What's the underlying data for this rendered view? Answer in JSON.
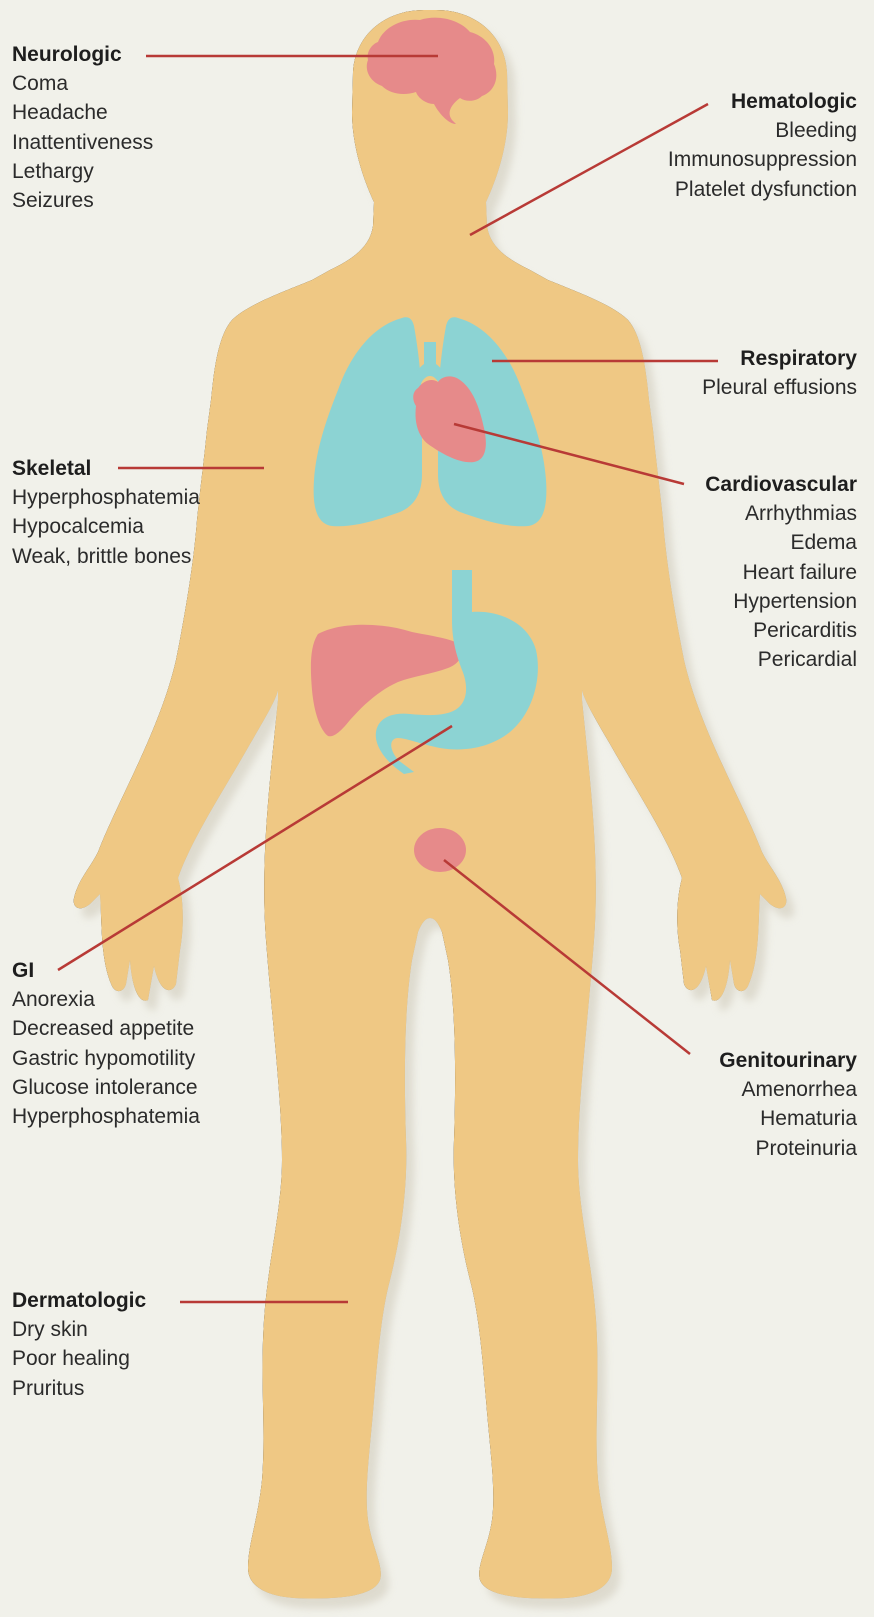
{
  "colors": {
    "background": "#f1f1ea",
    "body": "#efc884",
    "body_shadow": "#d9d5c8",
    "organ_red": "#e68a8a",
    "organ_teal": "#8cd3d3",
    "leader_line": "#b83a36"
  },
  "groups": [
    {
      "id": "neurologic",
      "title": "Neurologic",
      "items": [
        "Coma",
        "Headache",
        "Inattentiveness",
        "Lethargy",
        "Seizures"
      ]
    },
    {
      "id": "hematologic",
      "title": "Hematologic",
      "items": [
        "Bleeding",
        "Immunosuppression",
        "Platelet dysfunction"
      ]
    },
    {
      "id": "respiratory",
      "title": "Respiratory",
      "items": [
        "Pleural effusions"
      ]
    },
    {
      "id": "skeletal",
      "title": "Skeletal",
      "items": [
        "Hyperphosphatemia",
        "Hypocalcemia",
        "Weak, brittle bones"
      ]
    },
    {
      "id": "cardiovascular",
      "title": "Cardiovascular",
      "items": [
        "Arrhythmias",
        "Edema",
        "Heart failure",
        "Hypertension",
        "Pericarditis",
        "Pericardial"
      ]
    },
    {
      "id": "gi",
      "title": "GI",
      "items": [
        "Anorexia",
        "Decreased appetite",
        "Gastric hypomotility",
        "Glucose intolerance",
        "Hyperphosphatemia"
      ]
    },
    {
      "id": "genitourinary",
      "title": "Genitourinary",
      "items": [
        "Amenorrhea",
        "Hematuria",
        "Proteinuria"
      ]
    },
    {
      "id": "dermatologic",
      "title": "Dermatologic",
      "items": [
        "Dry skin",
        "Poor healing",
        "Pruritus"
      ]
    }
  ]
}
